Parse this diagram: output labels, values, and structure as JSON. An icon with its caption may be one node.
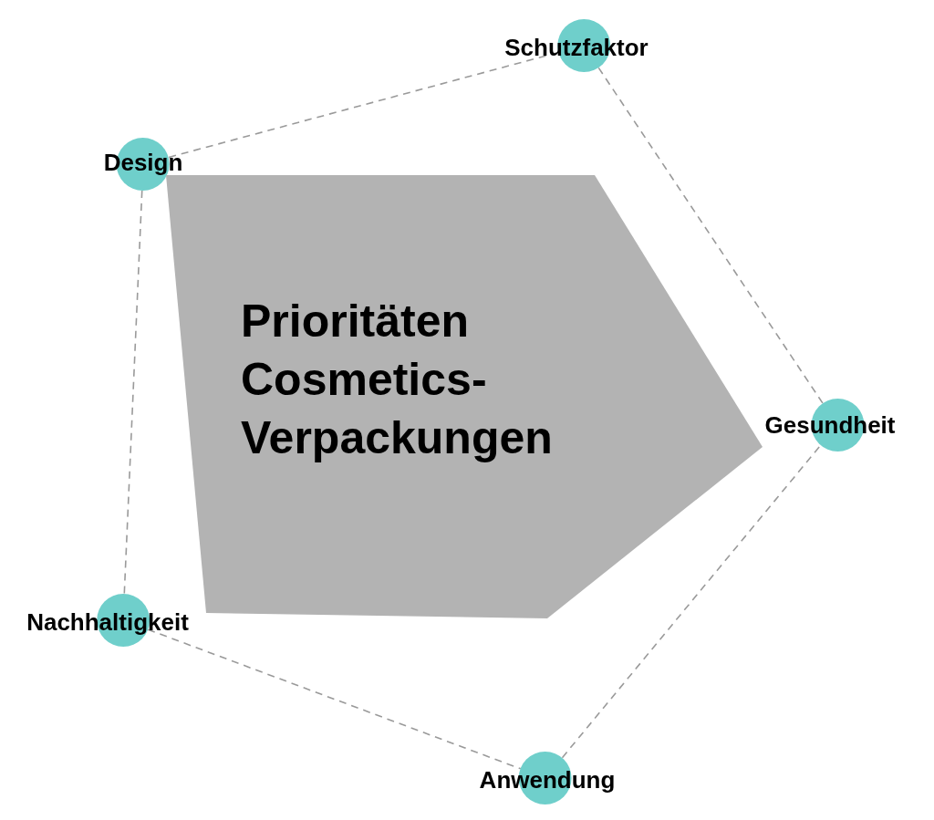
{
  "diagram": {
    "nodes": [
      {
        "text": [
          "Schutzfaktor"
        ]
      },
      {
        "text": [
          "Design"
        ]
      },
      {
        "text": [
          "Prioritäten Cosmetics-Verpackungen"
        ]
      },
      {
        "text": [
          "Gesundheit"
        ]
      },
      {
        "text": [
          "Nachhaltigkeit"
        ]
      },
      {
        "text": [
          "Anwendung"
        ]
      }
    ],
    "edges": [
      {
        "from": 0,
        "to": 1,
        "arrow": "none",
        "style": "dashed"
      },
      {
        "from": 1,
        "to": 4,
        "arrow": "none",
        "style": "dashed"
      },
      {
        "from": 4,
        "to": 5,
        "arrow": "none",
        "style": "dashed"
      },
      {
        "from": 5,
        "to": 3,
        "arrow": "none",
        "style": "dashed"
      },
      {
        "from": 3,
        "to": 0,
        "arrow": "none",
        "style": "dashed"
      }
    ]
  }
}
